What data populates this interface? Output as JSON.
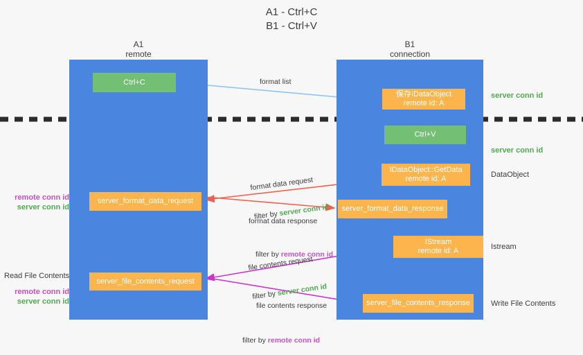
{
  "title": {
    "line1": "A1 - Ctrl+C",
    "line2": "B1 - Ctrl+V"
  },
  "columns": {
    "left": {
      "name": "A1",
      "role": "remote"
    },
    "right": {
      "name": "B1",
      "role": "connection"
    }
  },
  "boxes": {
    "ctrl_c": "Ctrl+C",
    "save_idataobject": "保存IDataObject\nremote id: A",
    "ctrl_v": "Ctrl+V",
    "getdata": "IDataObject::GetData\nremote id: A",
    "istream": "IStream\nremote id: A",
    "server_format_data_request": "server_format_data_request",
    "server_format_data_response": "server_format_data_response",
    "server_file_contents_request": "server_file_contents_request",
    "server_file_contents_response": "server_file_contents_response"
  },
  "side_labels": {
    "server_conn_id_top": "server conn id",
    "server_conn_id_mid": "server conn id",
    "dataobject": "DataObject",
    "istream": "Istream",
    "write_file_contents": "Write File Contents"
  },
  "left_labels": {
    "read_file_contents": "Read File Contents",
    "remote_conn_id": "remote conn id",
    "server_conn_id": "server conn id"
  },
  "edge_labels": {
    "format_list": "format list",
    "format_data_request": "format data request",
    "format_data_request_filter_prefix": "filter by ",
    "format_data_request_filter_value": "server conn id",
    "format_data_response": "format data response",
    "format_data_response_filter_prefix": "filter by ",
    "format_data_response_filter_value": "remote conn id",
    "file_contents_request": "file contents request",
    "file_contents_request_filter_prefix": "filter by ",
    "file_contents_request_filter_value": "server conn id",
    "file_contents_response": "file contents response",
    "file_contents_response_filter_prefix": "filter by ",
    "file_contents_response_filter_value": "remote conn id"
  },
  "colors": {
    "lane": "#4a86e0",
    "green_box": "#73bf73",
    "orange_box": "#fcb44c",
    "server_conn": "#52a952",
    "remote_conn": "#c154c1",
    "arrow_light_blue": "#8fc4ef",
    "arrow_red": "#f0614f",
    "arrow_magenta": "#cc34cc",
    "arrow_dark": "#1a1a1a",
    "background": "#f7f7f7"
  }
}
